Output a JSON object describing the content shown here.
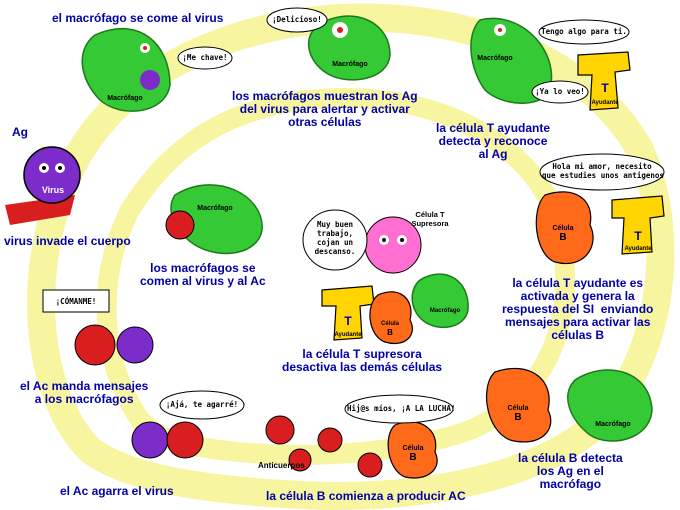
{
  "colors": {
    "cycle": "#f7f5a0",
    "caption": "#0000a8",
    "macrophage": "#35c935",
    "virus": "#7b2cc9",
    "t_cell": "#ffd400",
    "b_cell": "#ff6a1a",
    "antibody": "#d81e1e",
    "suppressor": "#ff6fd2"
  },
  "steps": [
    {
      "caption": "Ag",
      "name": "antigen"
    },
    {
      "caption": "virus invade el cuerpo",
      "name": "virus-invades"
    },
    {
      "caption": "el macrófago se come al virus",
      "name": "macrophage-eats"
    },
    {
      "caption": "los macrófagos muestran los Ag\ndel virus para alertar y activar\notras células",
      "name": "macrophages-show"
    },
    {
      "caption": "la célula T ayudante\ndetecta y reconoce\nal Ag",
      "name": "t-helper-detects"
    },
    {
      "caption": "la célula T ayudante es\nactivada y genera la\nrespuesta del SI  enviando\nmensajes para activar las\ncélulas B",
      "name": "t-helper-activated"
    },
    {
      "caption": "la célula B detecta\nlos Ag en el\nmacrófago",
      "name": "b-cell-detects"
    },
    {
      "caption": "la célula B comienza a producir AC",
      "name": "b-cell-produces"
    },
    {
      "caption": "el Ac agarra el virus",
      "name": "antibody-grabs"
    },
    {
      "caption": "el Ac manda mensajes\na los macrófagos",
      "name": "antibody-signals"
    },
    {
      "caption": "los macrófagos se\ncomen al virus y al Ac",
      "name": "macrophages-eat-both"
    },
    {
      "caption": "la célula T supresora\ndesactiva las demás células",
      "name": "t-suppressor"
    }
  ],
  "bubbles": {
    "me_chavo": "¡Me chave!",
    "delicioso": "¡Delicioso!",
    "tengo_algo": "Tengo algo para ti.",
    "ya_lo_veo": "¡Ya lo veo!",
    "hola_mi_amor": "Hola mi amor, necesito\nque estudies unos antigenos",
    "muy_buen": "Muy buen\ntrabajo,\ncojan un\ndescanso.",
    "comanme": "¡CÓMANME!",
    "aja": "¡Ajá, te agarré!",
    "hijos": "Hij@s míos, ¡A LA LUCHA!"
  },
  "labels": {
    "macrofago": "Macrófago",
    "virus": "Virus",
    "t": "T",
    "ayudante": "Ayudante",
    "celula_b": "Célula",
    "b": "B",
    "celula_t_supresora": "Célula T\nSupresora",
    "anticuerpos": "Anticuerpos"
  }
}
